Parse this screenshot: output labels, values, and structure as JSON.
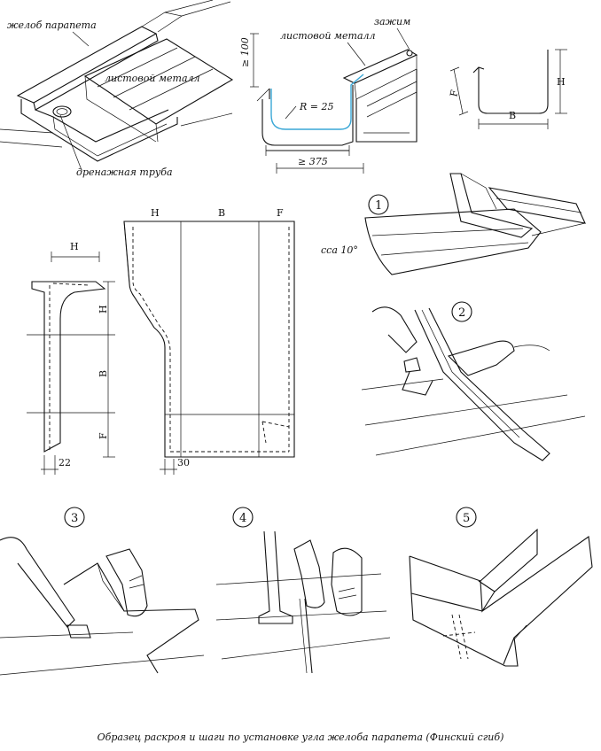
{
  "labels": {
    "parapet_gutter": "желоб парапета",
    "sheet_metal_1": "листовой металл",
    "drain_pipe": "дренажная труба",
    "clamp": "зажим",
    "sheet_metal_2": "листовой металл",
    "dim_100": "≥ 100",
    "radius": "R = 25",
    "dim_375": "≥ 375",
    "profile_F": "F",
    "profile_H": "H",
    "profile_B": "B",
    "pattern_H_top": "H",
    "pattern_B_top": "B",
    "pattern_F_top": "F",
    "side_H_top": "H",
    "side_H": "H",
    "side_B": "B",
    "side_F": "F",
    "dim_22": "22",
    "dim_30": "30",
    "angle": "cca 10°"
  },
  "steps": [
    "1",
    "2",
    "3",
    "4",
    "5"
  ],
  "caption": "Образец раскроя и шаги по установке угла желоба парапета (Финский сгиб)"
}
